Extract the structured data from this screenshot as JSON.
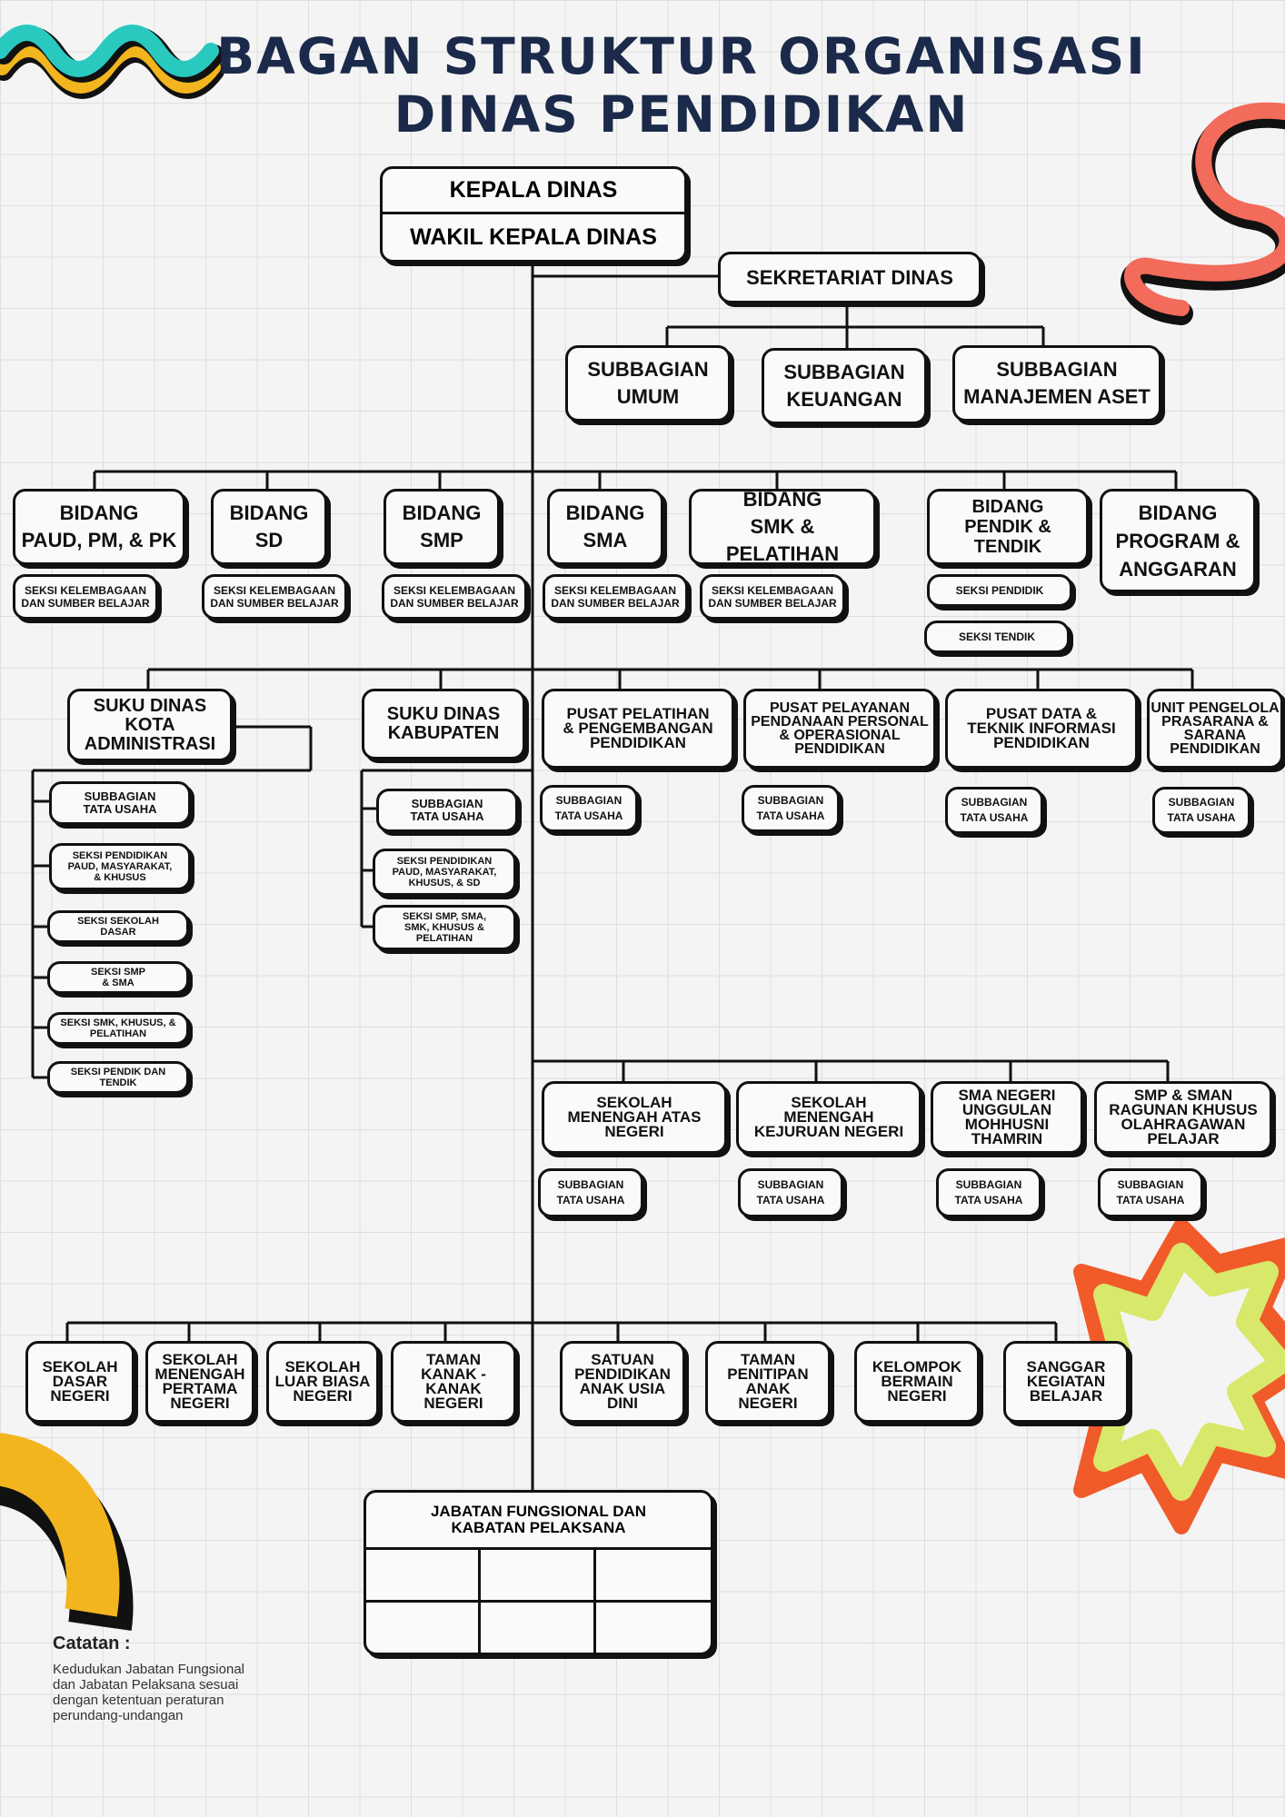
{
  "title": {
    "line1": "BAGAN STRUKTUR ORGANISASI",
    "line2": "DINAS PENDIDIKAN"
  },
  "top": {
    "kepala": "KEPALA DINAS",
    "wakil": "WAKIL KEPALA DINAS",
    "sekretariat": "SEKRETARIAT DINAS"
  },
  "subbagian": [
    {
      "id": "umum",
      "label": "SUBBAGIAN\nUMUM"
    },
    {
      "id": "keuangan",
      "label": "SUBBAGIAN\nKEUANGAN"
    },
    {
      "id": "aset",
      "label": "SUBBAGIAN\nMANAJEMEN ASET"
    }
  ],
  "bidang": [
    {
      "id": "paud",
      "label": "BIDANG\nPAUD, PM, & PK",
      "seksi": [
        "SEKSI KELEMBAGAAN\nDAN SUMBER BELAJAR"
      ]
    },
    {
      "id": "sd",
      "label": "BIDANG\nSD",
      "seksi": [
        "SEKSI KELEMBAGAAN\nDAN SUMBER BELAJAR"
      ]
    },
    {
      "id": "smp",
      "label": "BIDANG\nSMP",
      "seksi": [
        "SEKSI KELEMBAGAAN\nDAN SUMBER BELAJAR"
      ]
    },
    {
      "id": "sma",
      "label": "BIDANG\nSMA",
      "seksi": [
        "SEKSI KELEMBAGAAN\nDAN SUMBER BELAJAR"
      ]
    },
    {
      "id": "smk",
      "label": "BIDANG\nSMK & PELATIHAN",
      "seksi": [
        "SEKSI KELEMBAGAAN\nDAN SUMBER BELAJAR"
      ]
    },
    {
      "id": "pendik",
      "label": "BIDANG\nPENDIK & TENDIK",
      "seksi": [
        "SEKSI PENDIDIK",
        "SEKSI TENDIK"
      ]
    },
    {
      "id": "program",
      "label": "BIDANG\nPROGRAM &\nANGGARAN",
      "seksi": []
    }
  ],
  "suku_kota": {
    "label": "SUKU DINAS KOTA\nADMINISTRASI",
    "children": [
      "SUBBAGIAN\nTATA USAHA",
      "SEKSI PENDIDIKAN\nPAUD, MASYARAKAT,\n& KHUSUS",
      "SEKSI SEKOLAH\nDASAR",
      "SEKSI SMP\n& SMA",
      "SEKSI SMK, KHUSUS, &\nPELATIHAN",
      "SEKSI PENDIK DAN\nTENDIK"
    ]
  },
  "suku_kab": {
    "label": "SUKU DINAS\nKABUPATEN",
    "children": [
      "SUBBAGIAN\nTATA USAHA",
      "SEKSI PENDIDIKAN\nPAUD, MASYARAKAT,\nKHUSUS, & SD",
      "SEKSI SMP, SMA,\nSMK, KHUSUS &\nPELATIHAN"
    ]
  },
  "pusat": [
    {
      "id": "pelatihan",
      "label": "PUSAT PELATIHAN\n& PENGEMBANGAN\nPENDIDIKAN",
      "sub": "SUBBAGIAN\nTATA USAHA"
    },
    {
      "id": "pelayanan",
      "label": "PUSAT PELAYANAN\nPENDANAAN PERSONAL\n& OPERASIONAL\nPENDIDIKAN",
      "sub": "SUBBAGIAN\nTATA USAHA"
    },
    {
      "id": "data",
      "label": "PUSAT DATA &\nTEKNIK INFORMASI\nPENDIDIKAN",
      "sub": "SUBBAGIAN\nTATA USAHA"
    },
    {
      "id": "upps",
      "label": "UNIT PENGELOLA\nPRASARANA &\nSARANA\nPENDIDIKAN",
      "sub": "SUBBAGIAN\nTATA USAHA"
    }
  ],
  "sekolah_khusus": [
    {
      "id": "sman",
      "label": "SEKOLAH\nMENENGAH ATAS\nNEGERI",
      "sub": "SUBBAGIAN\nTATA USAHA"
    },
    {
      "id": "smkn",
      "label": "SEKOLAH\nMENENGAH\nKEJURUAN NEGERI",
      "sub": "SUBBAGIAN\nTATA USAHA"
    },
    {
      "id": "mht",
      "label": "SMA NEGERI\nUNGGULAN\nMOHHUSNI\nTHAMRIN",
      "sub": "SUBBAGIAN\nTATA USAHA"
    },
    {
      "id": "ragunan",
      "label": "SMP & SMAN\nRAGUNAN KHUSUS\nOLAHRAGAWAN\nPELAJAR",
      "sub": "SUBBAGIAN\nTATA USAHA"
    }
  ],
  "satuan": [
    "SEKOLAH\nDASAR\nNEGERI",
    "SEKOLAH\nMENENGAH\nPERTAMA\nNEGERI",
    "SEKOLAH\nLUAR BIASA\nNEGERI",
    "TAMAN\nKANAK -\nKANAK\nNEGERI",
    "SATUAN\nPENDIDIKAN\nANAK USIA\nDINI",
    "TAMAN\nPENITIPAN\nANAK\nNEGERI",
    "KELOMPOK\nBERMAIN\nNEGERI",
    "SANGGAR\nKEGIATAN\nBELAJAR"
  ],
  "jabatan": "JABATAN FUNGSIONAL DAN\nKABATAN PELAKSANA",
  "note": {
    "heading": "Catatan :",
    "text": "Kedudukan Jabatan Fungsional\ndan Jabatan Pelaksana sesuai\ndengan ketentuan peraturan\nperundang-undangan"
  },
  "colors": {
    "ink": "#111111",
    "title": "#1b2a4a",
    "yellow": "#f2b51e",
    "teal": "#29c9c0",
    "coral": "#f26b5b",
    "orange": "#f15a29",
    "lime": "#d8e86a"
  }
}
